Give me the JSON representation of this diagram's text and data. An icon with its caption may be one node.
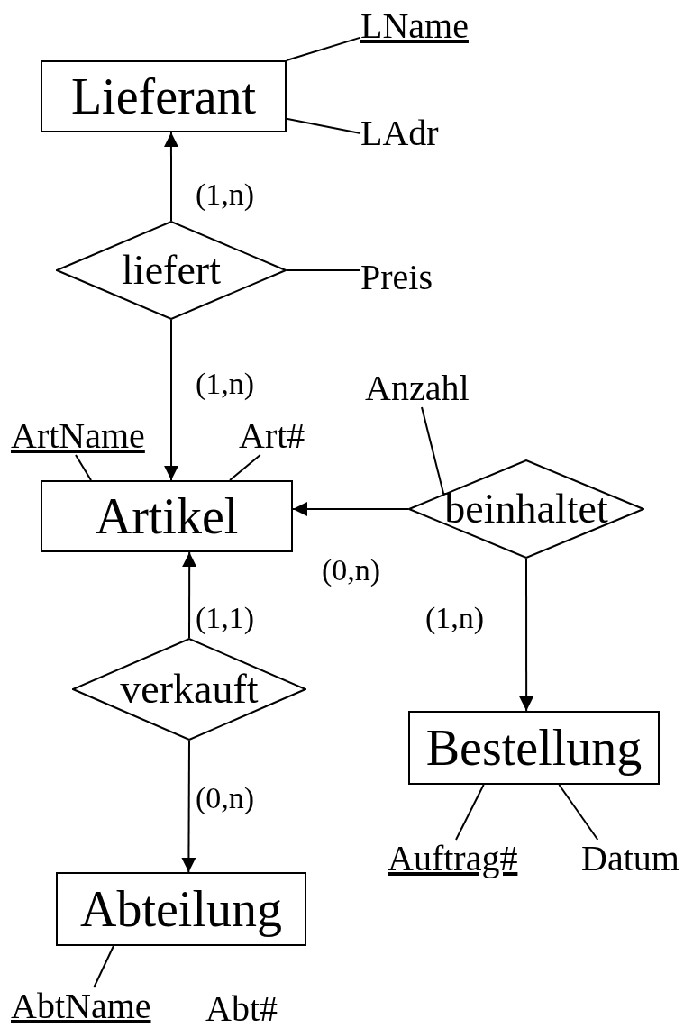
{
  "diagram": {
    "nodes": [
      {
        "text": [
          "LName"
        ]
      },
      {
        "text": [
          "Lieferant"
        ]
      },
      {
        "text": [
          "LAdr"
        ]
      },
      {
        "text": [
          "liefert"
        ]
      },
      {
        "text": [
          "Preis"
        ]
      },
      {
        "text": [
          "Anzahl"
        ]
      },
      {
        "text": [
          "ArtName"
        ]
      },
      {
        "text": [
          "Art#"
        ]
      },
      {
        "text": [
          "Artikel"
        ]
      },
      {
        "text": [
          "beinhaltet"
        ]
      },
      {
        "text": [
          "verkauft"
        ]
      },
      {
        "text": [
          "Bestellung"
        ]
      },
      {
        "text": [
          "Auftrag#"
        ]
      },
      {
        "text": [
          "Datum"
        ]
      },
      {
        "text": [
          "Abteilung"
        ]
      },
      {
        "text": [
          "AbtName"
        ]
      }
    ],
    "edges": [
      {
        "from": 3,
        "to": 1,
        "arrow": "to",
        "label": "(1,n)"
      },
      {
        "from": 3,
        "to": 8,
        "arrow": "to",
        "label": "(1,n)"
      },
      {
        "from": 9,
        "to": 8,
        "arrow": "to",
        "label": "(0,n)"
      },
      {
        "from": 10,
        "to": 8,
        "arrow": "to",
        "label": "(1,1)"
      },
      {
        "from": 9,
        "to": 11,
        "arrow": "to",
        "label": "(1,n)"
      },
      {
        "from": 10,
        "to": 14,
        "arrow": "to",
        "label": "(0,n)"
      },
      {
        "from": 1,
        "to": 0,
        "arrow": "none"
      },
      {
        "from": 1,
        "to": 2,
        "arrow": "none"
      },
      {
        "from": 3,
        "to": 4,
        "arrow": "none"
      },
      {
        "from": 5,
        "to": 9,
        "arrow": "none"
      },
      {
        "from": 6,
        "to": 8,
        "arrow": "none"
      },
      {
        "from": 7,
        "to": 8,
        "arrow": "none"
      },
      {
        "from": 11,
        "to": 12,
        "arrow": "none"
      },
      {
        "from": 11,
        "to": 13,
        "arrow": "none"
      },
      {
        "from": 14,
        "to": 15,
        "arrow": "none"
      }
    ],
    "labels": [
      "Abt#"
    ]
  }
}
